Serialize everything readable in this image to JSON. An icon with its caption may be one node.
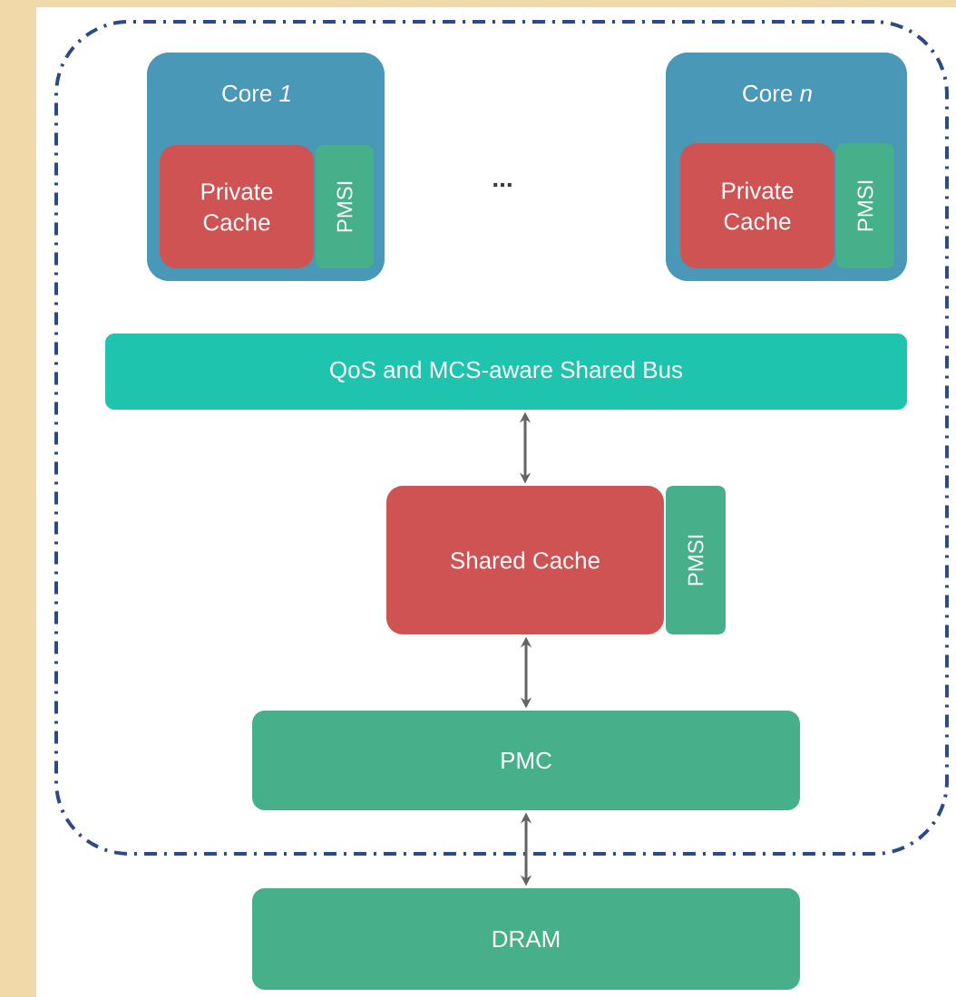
{
  "diagram": {
    "nodes": [
      {
        "text": [],
        "shape": "box"
      },
      {
        "text": [
          "Core *1*"
        ],
        "in": 0
      },
      {
        "text": [
          "Private Cache"
        ],
        "in": 1
      },
      {
        "text": [
          "PMSI"
        ],
        "in": 1
      },
      {
        "text": [
          "Core *n*"
        ],
        "in": 0
      },
      {
        "text": [
          "Private Cache"
        ],
        "in": 4
      },
      {
        "text": [
          "PMSI"
        ],
        "in": 4
      },
      {
        "text": [
          "QoS and MCS-aware Shared Bus"
        ],
        "in": 0
      },
      {
        "text": [
          "Shared Cache"
        ],
        "in": 0
      },
      {
        "text": [
          "PMSI"
        ],
        "in": 0
      },
      {
        "text": [
          "PMC"
        ],
        "in": 0
      },
      {
        "text": [
          "DRAM"
        ]
      }
    ],
    "edges": [
      {
        "from": 7,
        "to": 8,
        "arrow": "both"
      },
      {
        "from": 8,
        "to": 10,
        "arrow": "both"
      },
      {
        "from": 10,
        "to": 11,
        "arrow": "both"
      }
    ],
    "labels": [
      "..."
    ]
  }
}
